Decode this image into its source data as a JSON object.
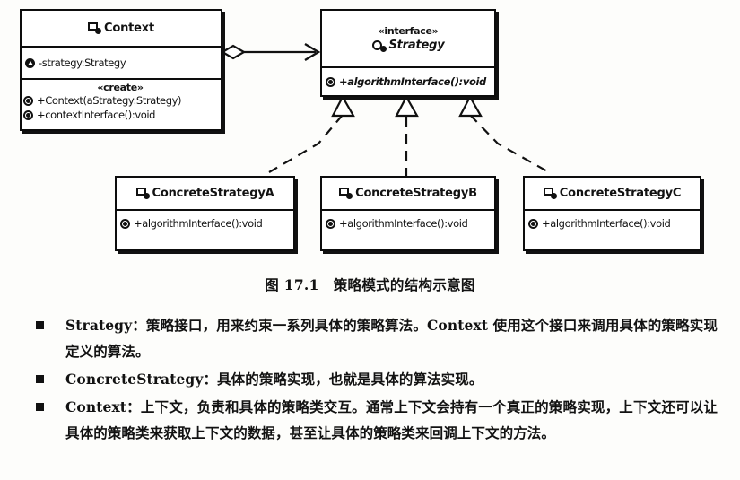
{
  "figure": {
    "caption_number": "图 17.1",
    "caption_title": "策略模式的结构示意图"
  },
  "diagram": {
    "type": "uml-class-diagram",
    "classes": [
      {
        "id": "context",
        "name": "Context",
        "kind": "class",
        "icon": "class-icon",
        "stereotype": "",
        "attributes": [
          {
            "icon": "attribute-icon",
            "text": "-strategy:Strategy"
          }
        ],
        "operations_stereotype": "«create»",
        "operations": [
          {
            "icon": "method-icon",
            "text": "+Context(aStrategy:Strategy)"
          },
          {
            "icon": "method-icon",
            "text": "+contextInterface():void"
          }
        ]
      },
      {
        "id": "strategy",
        "name": "Strategy",
        "kind": "interface",
        "icon": "interface-icon",
        "stereotype": "«interface»",
        "attributes": [],
        "operations_stereotype": "",
        "operations": [
          {
            "icon": "method-icon",
            "text": "+algorithmInterface():void"
          }
        ]
      },
      {
        "id": "concrete-a",
        "name": "ConcreteStrategyA",
        "kind": "class",
        "icon": "class-icon",
        "stereotype": "",
        "attributes": [],
        "operations_stereotype": "",
        "operations": [
          {
            "icon": "method-icon",
            "text": "+algorithmInterface():void"
          }
        ]
      },
      {
        "id": "concrete-b",
        "name": "ConcreteStrategyB",
        "kind": "class",
        "icon": "class-icon",
        "stereotype": "",
        "attributes": [],
        "operations_stereotype": "",
        "operations": [
          {
            "icon": "method-icon",
            "text": "+algorithmInterface():void"
          }
        ]
      },
      {
        "id": "concrete-c",
        "name": "ConcreteStrategyC",
        "kind": "class",
        "icon": "class-icon",
        "stereotype": "",
        "attributes": [],
        "operations_stereotype": "",
        "operations": [
          {
            "icon": "method-icon",
            "text": "+algorithmInterface():void"
          }
        ]
      }
    ],
    "relations": [
      {
        "from": "context",
        "to": "strategy",
        "type": "aggregation",
        "style": "solid",
        "source_marker": "hollow-diamond",
        "target_marker": "open-arrow"
      },
      {
        "from": "concrete-a",
        "to": "strategy",
        "type": "realization",
        "style": "dashed",
        "target_marker": "hollow-triangle"
      },
      {
        "from": "concrete-b",
        "to": "strategy",
        "type": "realization",
        "style": "dashed",
        "target_marker": "hollow-triangle"
      },
      {
        "from": "concrete-c",
        "to": "strategy",
        "type": "realization",
        "style": "dashed",
        "target_marker": "hollow-triangle"
      }
    ]
  },
  "bullets": [
    {
      "term": "Strategy",
      "text": "Strategy：策略接口，用来约束一系列具体的策略算法。Context 使用这个接口来调用具体的策略实现定义的算法。"
    },
    {
      "term": "ConcreteStrategy",
      "text": "ConcreteStrategy：具体的策略实现，也就是具体的算法实现。"
    },
    {
      "term": "Context",
      "text": "Context：上下文，负责和具体的策略类交互。通常上下文会持有一个真正的策略实现，上下文还可以让具体的策略类来获取上下文的数据，甚至让具体的策略类来回调上下文的方法。"
    }
  ],
  "colors": {
    "ink": "#111111",
    "paper": "#fdfdfb",
    "box_fill": "#ffffff"
  }
}
